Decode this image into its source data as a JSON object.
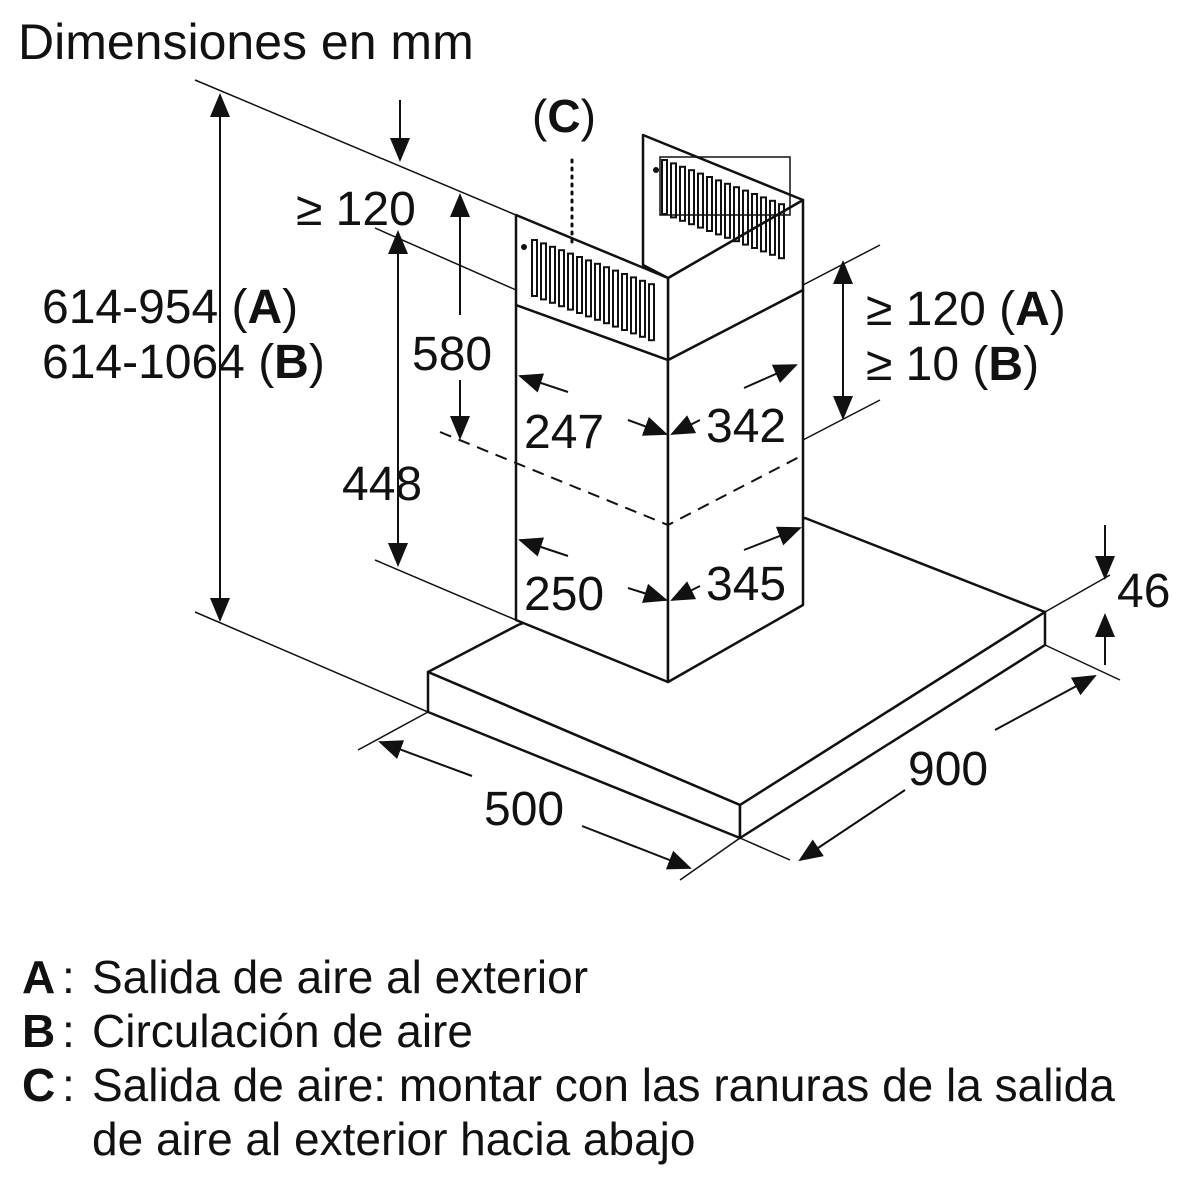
{
  "title": "Dimensiones en mm",
  "labels": {
    "c_marker": "C",
    "h_total_a_num": "614-954 (",
    "h_total_a_key": "A",
    "h_total_b_num": "614-1064 (",
    "h_total_b_key": "B",
    "min_top": "≥ 120",
    "h_580": "580",
    "h_448": "448",
    "right_a_num": "≥ 120 (",
    "right_a_key": "A",
    "right_b_num": "≥ 10 (",
    "right_b_key": "B",
    "close_paren": ")",
    "w_247": "247",
    "w_342": "342",
    "w_250": "250",
    "w_345": "345",
    "h_46": "46",
    "d_500": "500",
    "w_900": "900"
  },
  "legend": [
    {
      "key": "A",
      "text": "Salida de aire al exterior"
    },
    {
      "key": "B",
      "text": "Circulación de aire"
    },
    {
      "key": "C",
      "text": "Salida de aire: montar con las ranuras de la salida de aire al exterior hacia abajo"
    }
  ]
}
